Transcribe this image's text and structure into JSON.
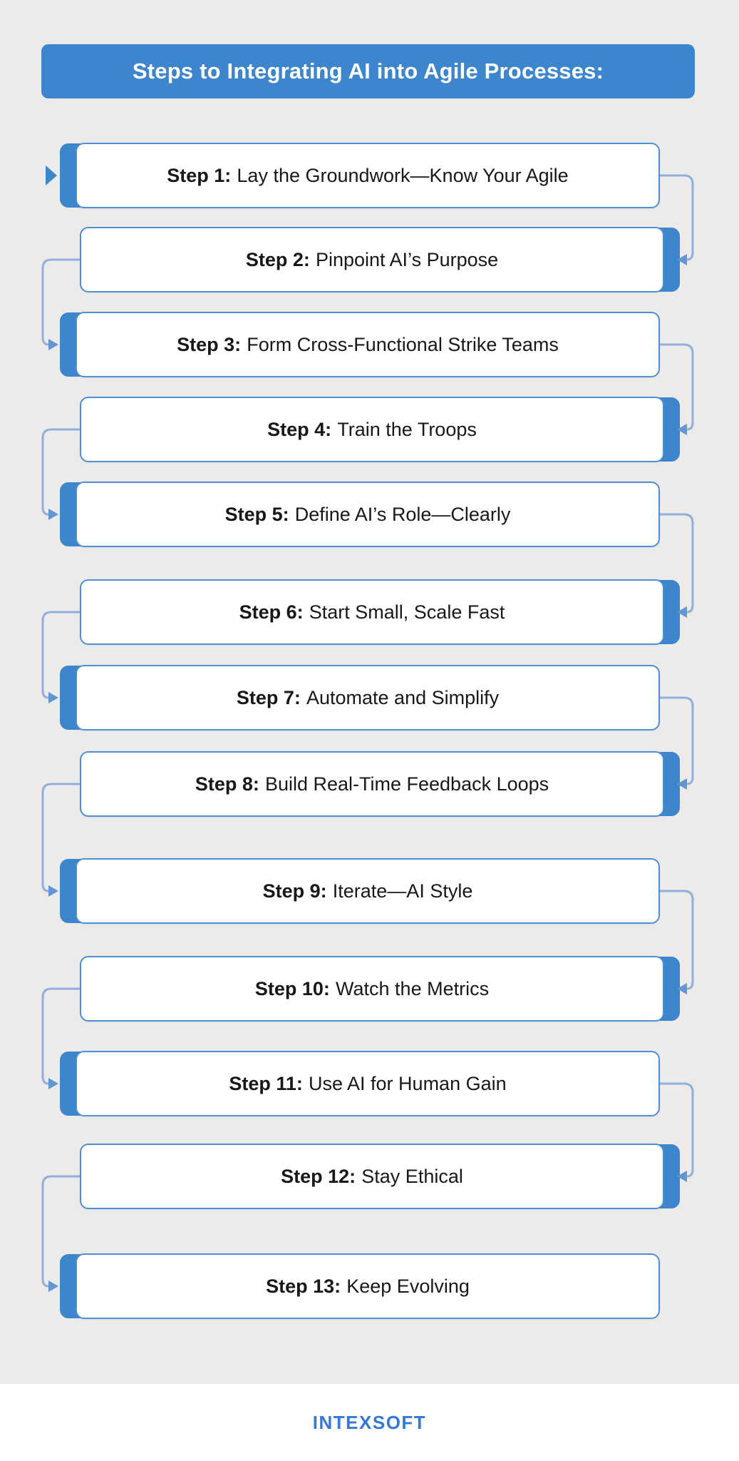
{
  "header": {
    "title": "Steps to Integrating AI into Agile Processes:",
    "bg_color": "#3D86CE",
    "text_color": "#FFFFFF"
  },
  "steps": [
    {
      "prefix": "Step 1:",
      "label": "Lay the Groundwork—Know Your Agile"
    },
    {
      "prefix": "Step 2:",
      "label": "Pinpoint AI’s Purpose"
    },
    {
      "prefix": "Step 3:",
      "label": "Form Cross-Functional Strike Teams"
    },
    {
      "prefix": "Step 4:",
      "label": "Train the Troops"
    },
    {
      "prefix": "Step 5:",
      "label": "Define AI’s Role—Clearly"
    },
    {
      "prefix": "Step 6:",
      "label": "Start Small, Scale Fast"
    },
    {
      "prefix": "Step 7:",
      "label": "Automate and Simplify"
    },
    {
      "prefix": "Step 8:",
      "label": "Build Real-Time Feedback Loops"
    },
    {
      "prefix": "Step 9:",
      "label": "Iterate—AI Style"
    },
    {
      "prefix": "Step 10:",
      "label": "Watch the Metrics"
    },
    {
      "prefix": "Step 11:",
      "label": "Use AI for Human Gain"
    },
    {
      "prefix": "Step 12:",
      "label": "Stay Ethical"
    },
    {
      "prefix": "Step 13:",
      "label": "Keep Evolving"
    }
  ],
  "icons": {
    "start_arrow": "right-pointing-triangle",
    "connector_arrow": "chevron-arrowhead"
  },
  "colors": {
    "background": "#ECEBE9",
    "accent_blue": "#3E86CC",
    "box_border_blue": "#4E90D5",
    "connector_blue": "#8FB0DC",
    "arrowhead_blue": "#6296D3",
    "text_dark": "#17181A",
    "footer_bg": "#FFFFFF",
    "logo_blue": "#3478DB"
  },
  "footer": {
    "logo_text": "INTEXSOFT"
  }
}
